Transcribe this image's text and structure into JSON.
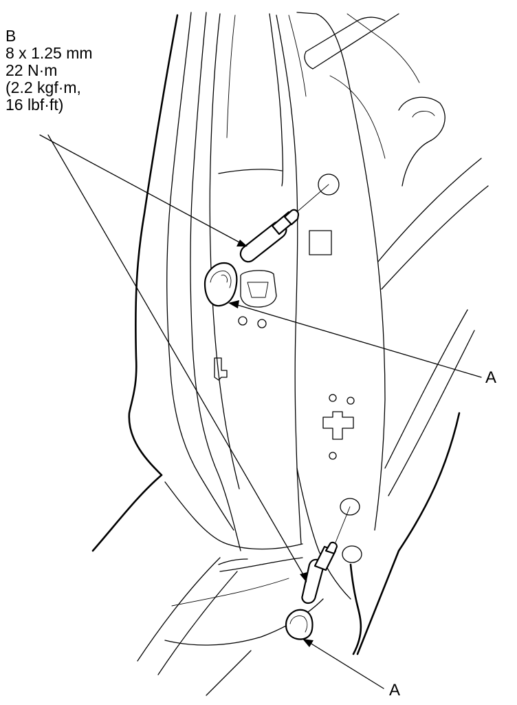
{
  "callouts": {
    "bolt": {
      "letter": "B",
      "spec_size": "8 x 1.25 mm",
      "spec_torque_nm": "22 N·m",
      "spec_torque_kgf": "(2.2 kgf·m,",
      "spec_torque_lbf": "16 lbf·ft)"
    },
    "plug_upper": {
      "letter": "A"
    },
    "plug_lower": {
      "letter": "A"
    }
  },
  "icons": {
    "bolt_upper": "bolt-icon",
    "bolt_lower": "bolt-icon",
    "plug_upper": "hole-plug-icon",
    "plug_lower": "hole-plug-icon"
  },
  "colors": {
    "line": "#000000",
    "background": "#ffffff"
  }
}
